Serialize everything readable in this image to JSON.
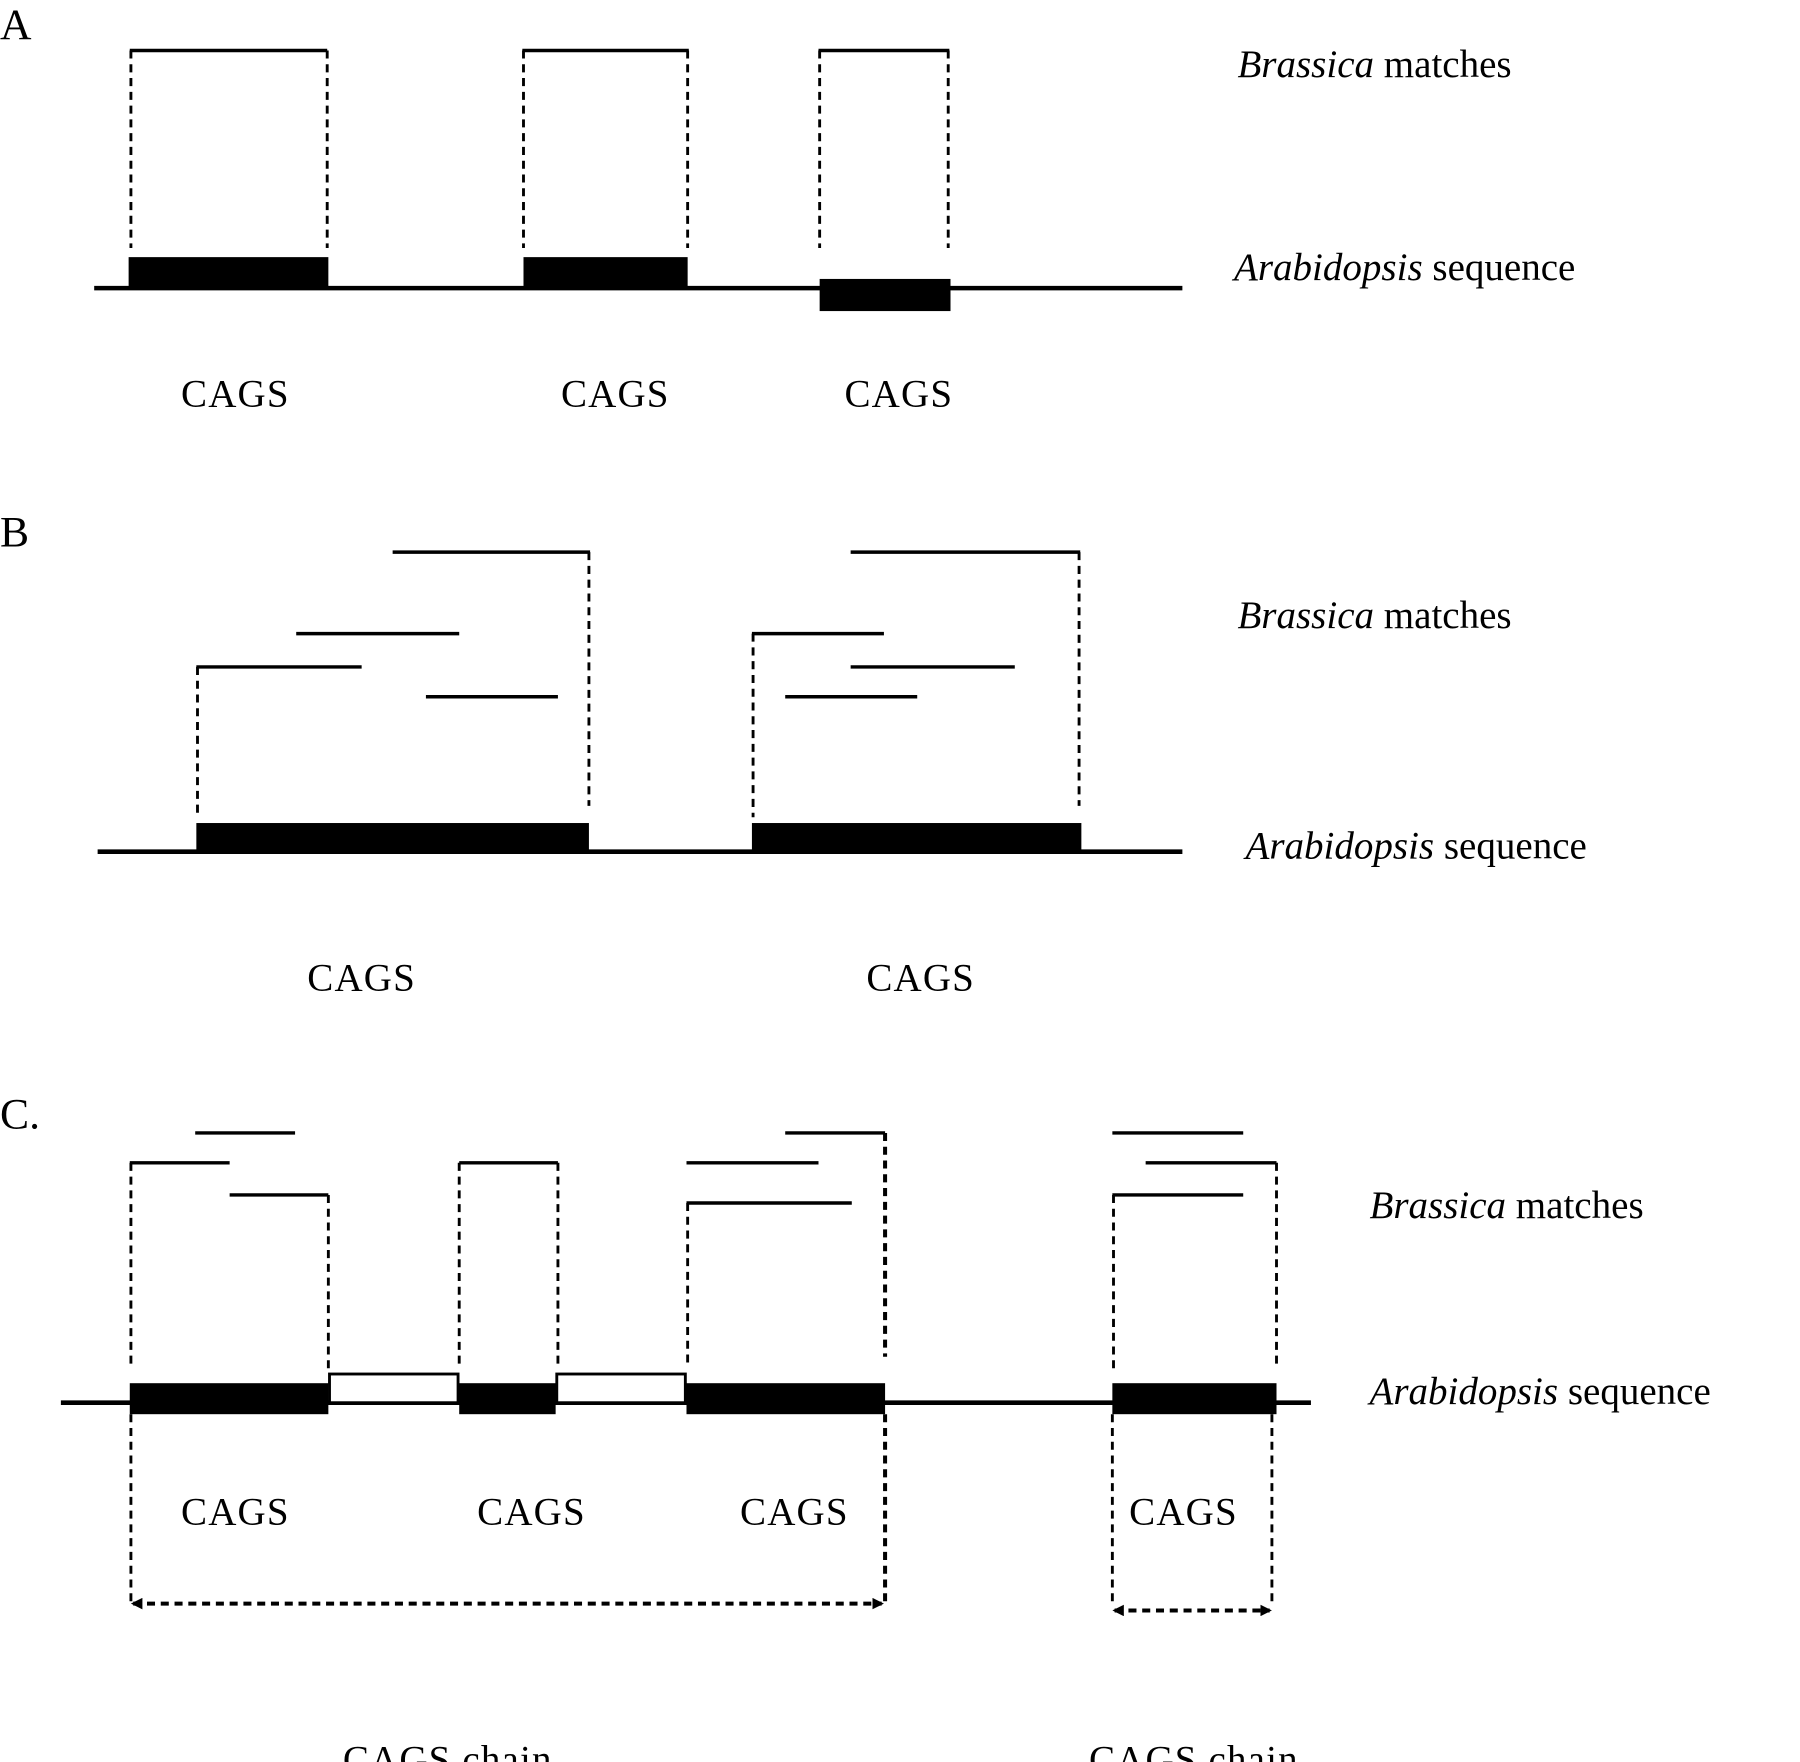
{
  "panels": {
    "a": {
      "label": "A",
      "brassica_italic": "Brassica",
      "brassica_rest": " matches",
      "arabidopsis_italic": "Arabidopsis",
      "arabidopsis_rest": " sequence",
      "cags": [
        "CAGS",
        "CAGS",
        "CAGS"
      ]
    },
    "b": {
      "label": "B",
      "brassica_italic": "Brassica",
      "brassica_rest": " matches",
      "arabidopsis_italic": "Arabidopsis",
      "arabidopsis_rest": " sequence",
      "cags": [
        "CAGS",
        "CAGS"
      ]
    },
    "c": {
      "label": "C.",
      "brassica_italic": "Brassica",
      "brassica_rest": " matches",
      "arabidopsis_italic": "Arabidopsis",
      "arabidopsis_rest": " sequence",
      "cags": [
        "CAGS",
        "CAGS",
        "CAGS",
        "CAGS"
      ],
      "chains": [
        "CAGS chain",
        "CAGS chain"
      ]
    }
  }
}
